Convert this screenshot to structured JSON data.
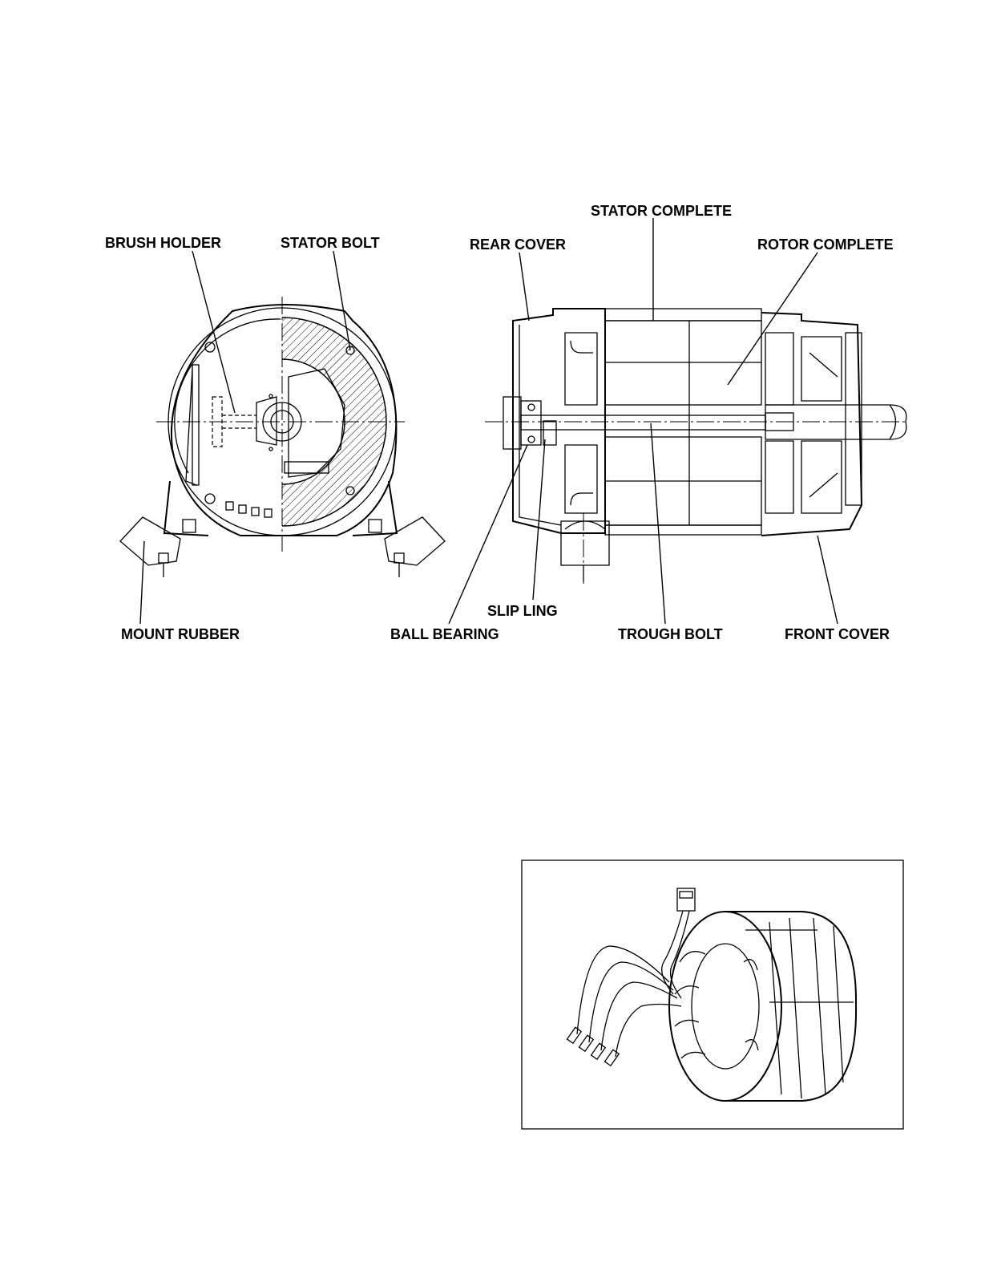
{
  "labels": {
    "brush_holder": "BRUSH HOLDER",
    "stator_bolt": "STATOR BOLT",
    "rear_cover": "REAR COVER",
    "stator_complete": "STATOR COMPLETE",
    "rotor_complete": "ROTOR COMPLETE",
    "mount_rubber": "MOUNT RUBBER",
    "ball_bearing": "BALL BEARING",
    "slip_ling": "SLIP LING",
    "trough_bolt": "TROUGH BOLT",
    "front_cover": "FRONT COVER"
  },
  "colors": {
    "ink": "#000000",
    "paper": "#ffffff"
  }
}
